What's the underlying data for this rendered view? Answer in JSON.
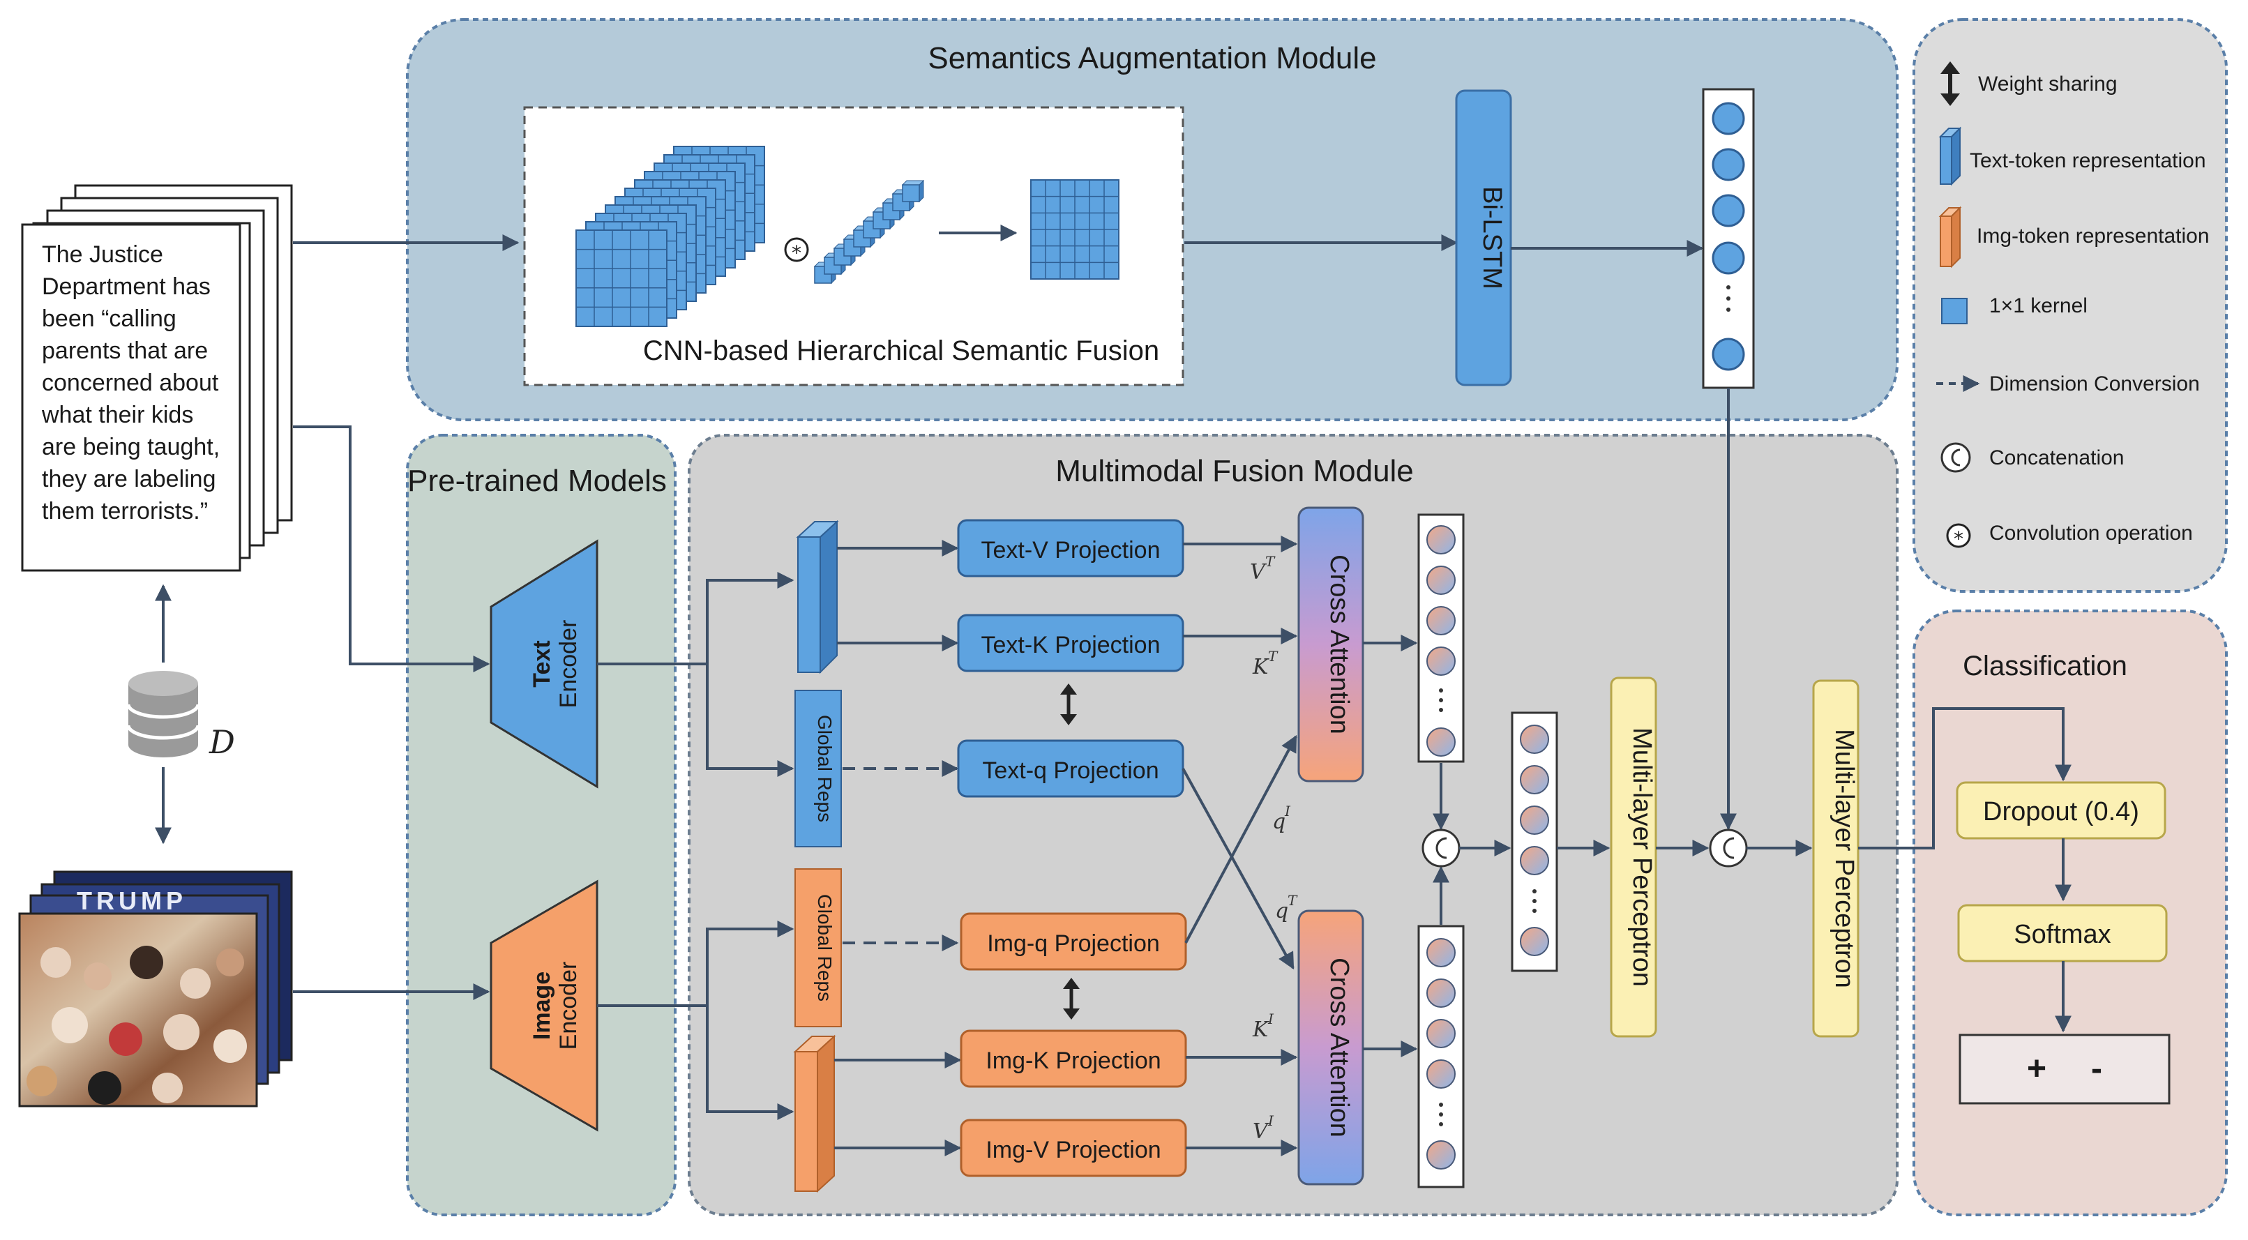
{
  "modules": {
    "semantics": "Semantics Augmentation Module",
    "cnn_fusion": "CNN-based Hierarchical Semantic Fusion",
    "bilstm": "Bi-LSTM",
    "pretrained": "Pre-trained Models",
    "multimodal": "Multimodal Fusion Module",
    "classification": "Classification"
  },
  "input": {
    "news_text": [
      "The Justice",
      "Department has",
      "been “calling",
      "parents that are",
      "concerned about",
      "what their kids",
      "are being taught,",
      "they are labeling",
      "them terrorists.”"
    ],
    "dataset_symbol": "D",
    "image_banner": "TRUMP"
  },
  "encoders": {
    "text_line1": "Text",
    "text_line2": "Encoder",
    "image_line1": "Image",
    "image_line2": "Encoder"
  },
  "reps": {
    "text_global": "Global Reps",
    "image_global": "Global Reps"
  },
  "projections": {
    "text_v": "Text-V Projection",
    "text_k": "Text-K Projection",
    "text_q": "Text-q Projection",
    "img_q": "Img-q Projection",
    "img_k": "Img-K Projection",
    "img_v": "Img-V Projection"
  },
  "symbols": {
    "vt": "V",
    "vt_sup": "T",
    "kt": "K",
    "kt_sup": "T",
    "qi": "q",
    "qi_sup": "I",
    "qt": "q",
    "qt_sup": "T",
    "ki": "K",
    "ki_sup": "I",
    "vi": "V",
    "vi_sup": "I"
  },
  "attention": {
    "top": "Cross Attention",
    "bottom": "Cross Attention"
  },
  "mlp": {
    "first": "Multi-layer Perceptron",
    "second": "Multi-layer Perceptron"
  },
  "classifier": {
    "dropout": "Dropout (0.4)",
    "softmax": "Softmax",
    "plus": "+",
    "minus": "-"
  },
  "legend": {
    "weight_sharing": "Weight sharing",
    "text_token": "Text-token representation",
    "img_token": "Img-token representation",
    "kernel": "1×1 kernel",
    "dim_conversion": "Dimension Conversion",
    "concatenation": "Concatenation",
    "convolution": "Convolution operation"
  },
  "colors": {
    "semantics_bg": "#b4cad9",
    "pretrained_bg": "#c6d4cd",
    "multimodal_bg": "#d1d1d1",
    "legend_bg": "#dcdcdc",
    "classification_bg": "#ead7d2",
    "text_blue": "#5ea3e0",
    "image_orange": "#f5a06a",
    "mlp_yellow": "#fbf0b4"
  }
}
